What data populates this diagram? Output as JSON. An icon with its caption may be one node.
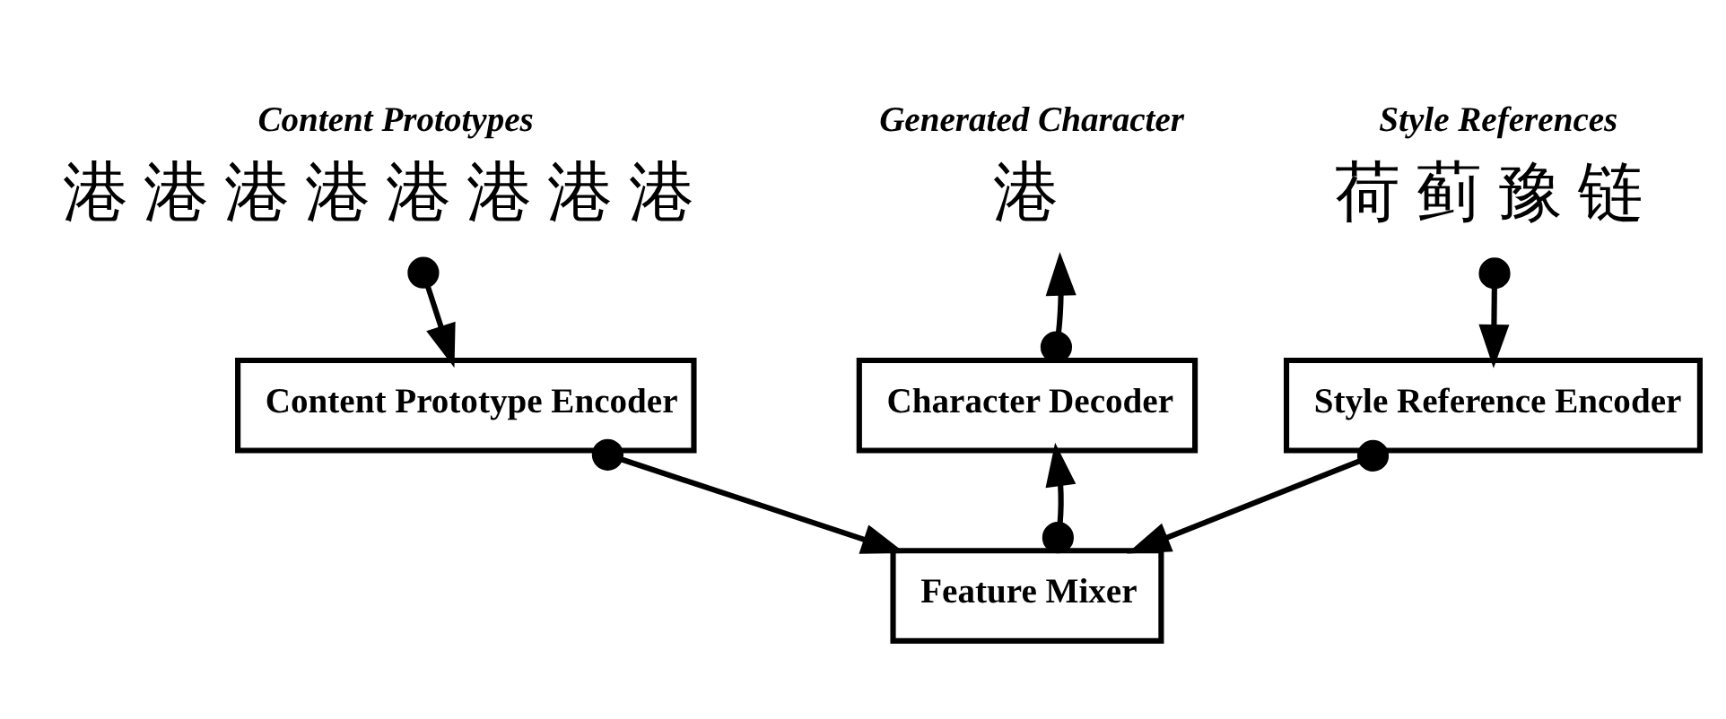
{
  "diagram": {
    "nodes": [
      {
        "text": [
          "Content Prototypes",
          "港 港 港 港 港 港 港 港"
        ]
      },
      {
        "text": [
          "Content Prototype Encoder"
        ]
      },
      {
        "text": [
          "Generated Character",
          "港"
        ]
      },
      {
        "text": [
          "Character Decoder"
        ]
      },
      {
        "text": [
          "Style References",
          "荷 蓟 豫 链"
        ]
      },
      {
        "text": [
          "Style Reference Encoder"
        ]
      },
      {
        "text": [
          "Feature Mixer"
        ]
      }
    ],
    "edges": [
      {
        "from": 0,
        "to": 1,
        "arrow": "to"
      },
      {
        "from": 4,
        "to": 5,
        "arrow": "to"
      },
      {
        "from": 1,
        "to": 6,
        "arrow": "to"
      },
      {
        "from": 5,
        "to": 6,
        "arrow": "to"
      },
      {
        "from": 6,
        "to": 3,
        "arrow": "to"
      },
      {
        "from": 3,
        "to": 2,
        "arrow": "to"
      }
    ]
  }
}
